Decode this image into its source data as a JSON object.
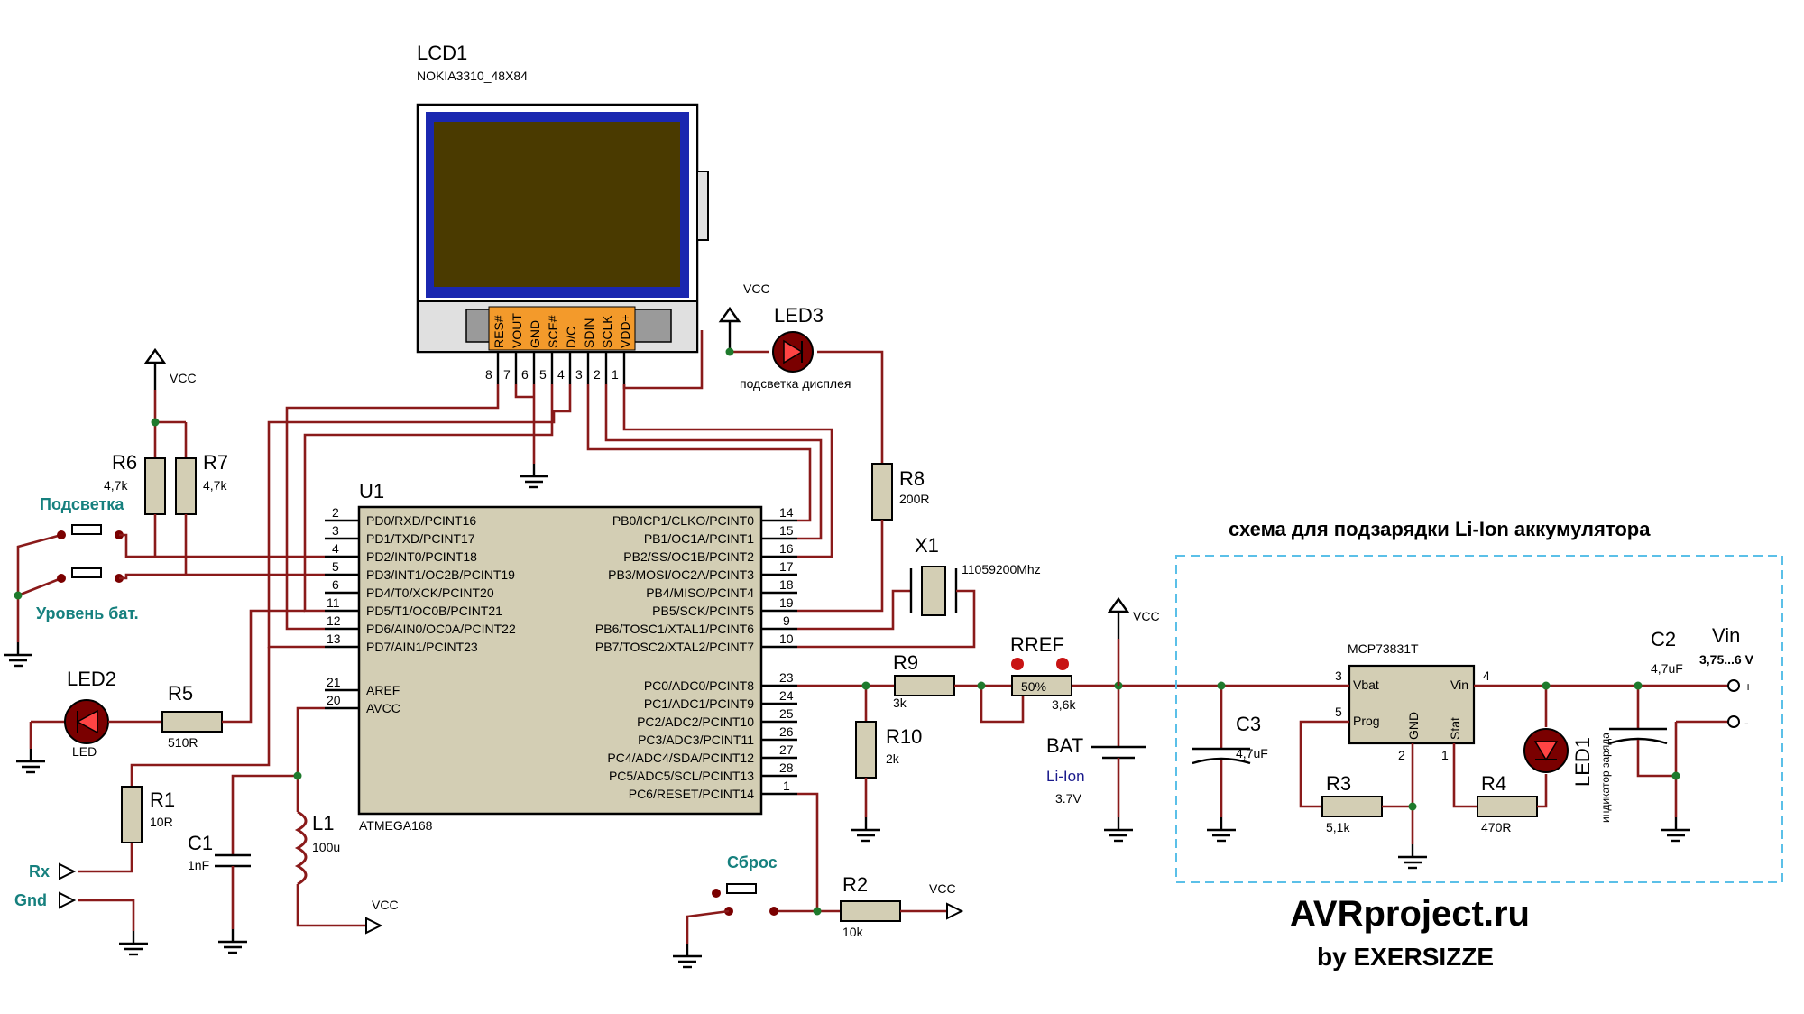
{
  "lcd": {
    "ref": "LCD1",
    "model": "NOKIA3310_48X84",
    "pins": [
      "RES#",
      "VOUT",
      "GND",
      "SCE#",
      "D/C",
      "SDIN",
      "SCLK",
      "VDD+"
    ],
    "pin_nums": [
      "8",
      "7",
      "6",
      "5",
      "4",
      "3",
      "2",
      "1"
    ]
  },
  "u1": {
    "ref": "U1",
    "part": "ATMEGA168",
    "left_pins": [
      {
        "num": "2",
        "name": "PD0/RXD/PCINT16"
      },
      {
        "num": "3",
        "name": "PD1/TXD/PCINT17"
      },
      {
        "num": "4",
        "name": "PD2/INT0/PCINT18"
      },
      {
        "num": "5",
        "name": "PD3/INT1/OC2B/PCINT19"
      },
      {
        "num": "6",
        "name": "PD4/T0/XCK/PCINT20"
      },
      {
        "num": "11",
        "name": "PD5/T1/OC0B/PCINT21"
      },
      {
        "num": "12",
        "name": "PD6/AIN0/OC0A/PCINT22"
      },
      {
        "num": "13",
        "name": "PD7/AIN1/PCINT23"
      },
      {
        "num": "21",
        "name": "AREF"
      },
      {
        "num": "20",
        "name": "AVCC"
      }
    ],
    "right_pins": [
      {
        "num": "14",
        "name": "PB0/ICP1/CLKO/PCINT0"
      },
      {
        "num": "15",
        "name": "PB1/OC1A/PCINT1"
      },
      {
        "num": "16",
        "name": "PB2/SS/OC1B/PCINT2"
      },
      {
        "num": "17",
        "name": "PB3/MOSI/OC2A/PCINT3"
      },
      {
        "num": "18",
        "name": "PB4/MISO/PCINT4"
      },
      {
        "num": "19",
        "name": "PB5/SCK/PCINT5"
      },
      {
        "num": "9",
        "name": "PB6/TOSC1/XTAL1/PCINT6"
      },
      {
        "num": "10",
        "name": "PB7/TOSC2/XTAL2/PCINT7"
      },
      {
        "num": "23",
        "name": "PC0/ADC0/PCINT8"
      },
      {
        "num": "24",
        "name": "PC1/ADC1/PCINT9"
      },
      {
        "num": "25",
        "name": "PC2/ADC2/PCINT10"
      },
      {
        "num": "26",
        "name": "PC3/ADC3/PCINT11"
      },
      {
        "num": "27",
        "name": "PC4/ADC4/SDA/PCINT12"
      },
      {
        "num": "28",
        "name": "PC5/ADC5/SCL/PCINT13"
      },
      {
        "num": "1",
        "name": "PC6/RESET/PCINT14"
      }
    ]
  },
  "parts": {
    "r6": {
      "ref": "R6",
      "val": "4,7k"
    },
    "r7": {
      "ref": "R7",
      "val": "4,7k"
    },
    "r8": {
      "ref": "R8",
      "val": "200R"
    },
    "r5": {
      "ref": "R5",
      "val": "510R"
    },
    "r1": {
      "ref": "R1",
      "val": "10R"
    },
    "r9": {
      "ref": "R9",
      "val": "3k"
    },
    "r10": {
      "ref": "R10",
      "val": "2k"
    },
    "r2": {
      "ref": "R2",
      "val": "10k"
    },
    "r3": {
      "ref": "R3",
      "val": "5,1k"
    },
    "r4": {
      "ref": "R4",
      "val": "470R"
    },
    "rref": {
      "ref": "RREF",
      "val": "3,6k",
      "pct": "50%"
    },
    "c1": {
      "ref": "C1",
      "val": "1nF"
    },
    "c2": {
      "ref": "C2",
      "val": "4,7uF"
    },
    "c3": {
      "ref": "C3",
      "val": "4,7uF"
    },
    "l1": {
      "ref": "L1",
      "val": "100u"
    },
    "x1": {
      "ref": "X1",
      "val": "11059200Mhz"
    },
    "bat": {
      "ref": "BAT",
      "type": "Li-Ion",
      "val": "3.7V"
    },
    "led1": {
      "ref": "LED1",
      "desc": "индикатор заряда"
    },
    "led2": {
      "ref": "LED2",
      "desc": "LED"
    },
    "led3": {
      "ref": "LED3",
      "desc": "подсветка дисплея"
    },
    "mcp": {
      "part": "MCP73831T",
      "pins": {
        "vbat": "Vbat",
        "prog": "Prog",
        "gnd": "GND",
        "stat": "Stat",
        "vin": "Vin"
      },
      "nums": {
        "vbat": "3",
        "prog": "5",
        "gnd": "2",
        "stat": "1",
        "vin": "4"
      }
    }
  },
  "labels": {
    "vcc": "VCC",
    "backlight_btn": "Подсветка",
    "battery_btn": "Уровень бат.",
    "reset_btn": "Сброс",
    "rx": "Rx",
    "gnd": "Gnd",
    "vin": "Vin",
    "vin_range": "3,75...6 V",
    "plus": "+",
    "minus": "-",
    "charger_caption": "схема для подзарядки Li-Ion аккумулятора",
    "watermark_1": "AVRproject.ru",
    "watermark_2": "by EXERSIZZE"
  },
  "colors": {
    "wire": "#8a1a1a",
    "ic_body": "#d3ceb4",
    "lcd_screen": "#4a3a00",
    "lcd_frame": "#1a27b0",
    "pin_header": "#f39a2b",
    "teal": "#16807e",
    "charger_box": "#5bc0e8"
  }
}
